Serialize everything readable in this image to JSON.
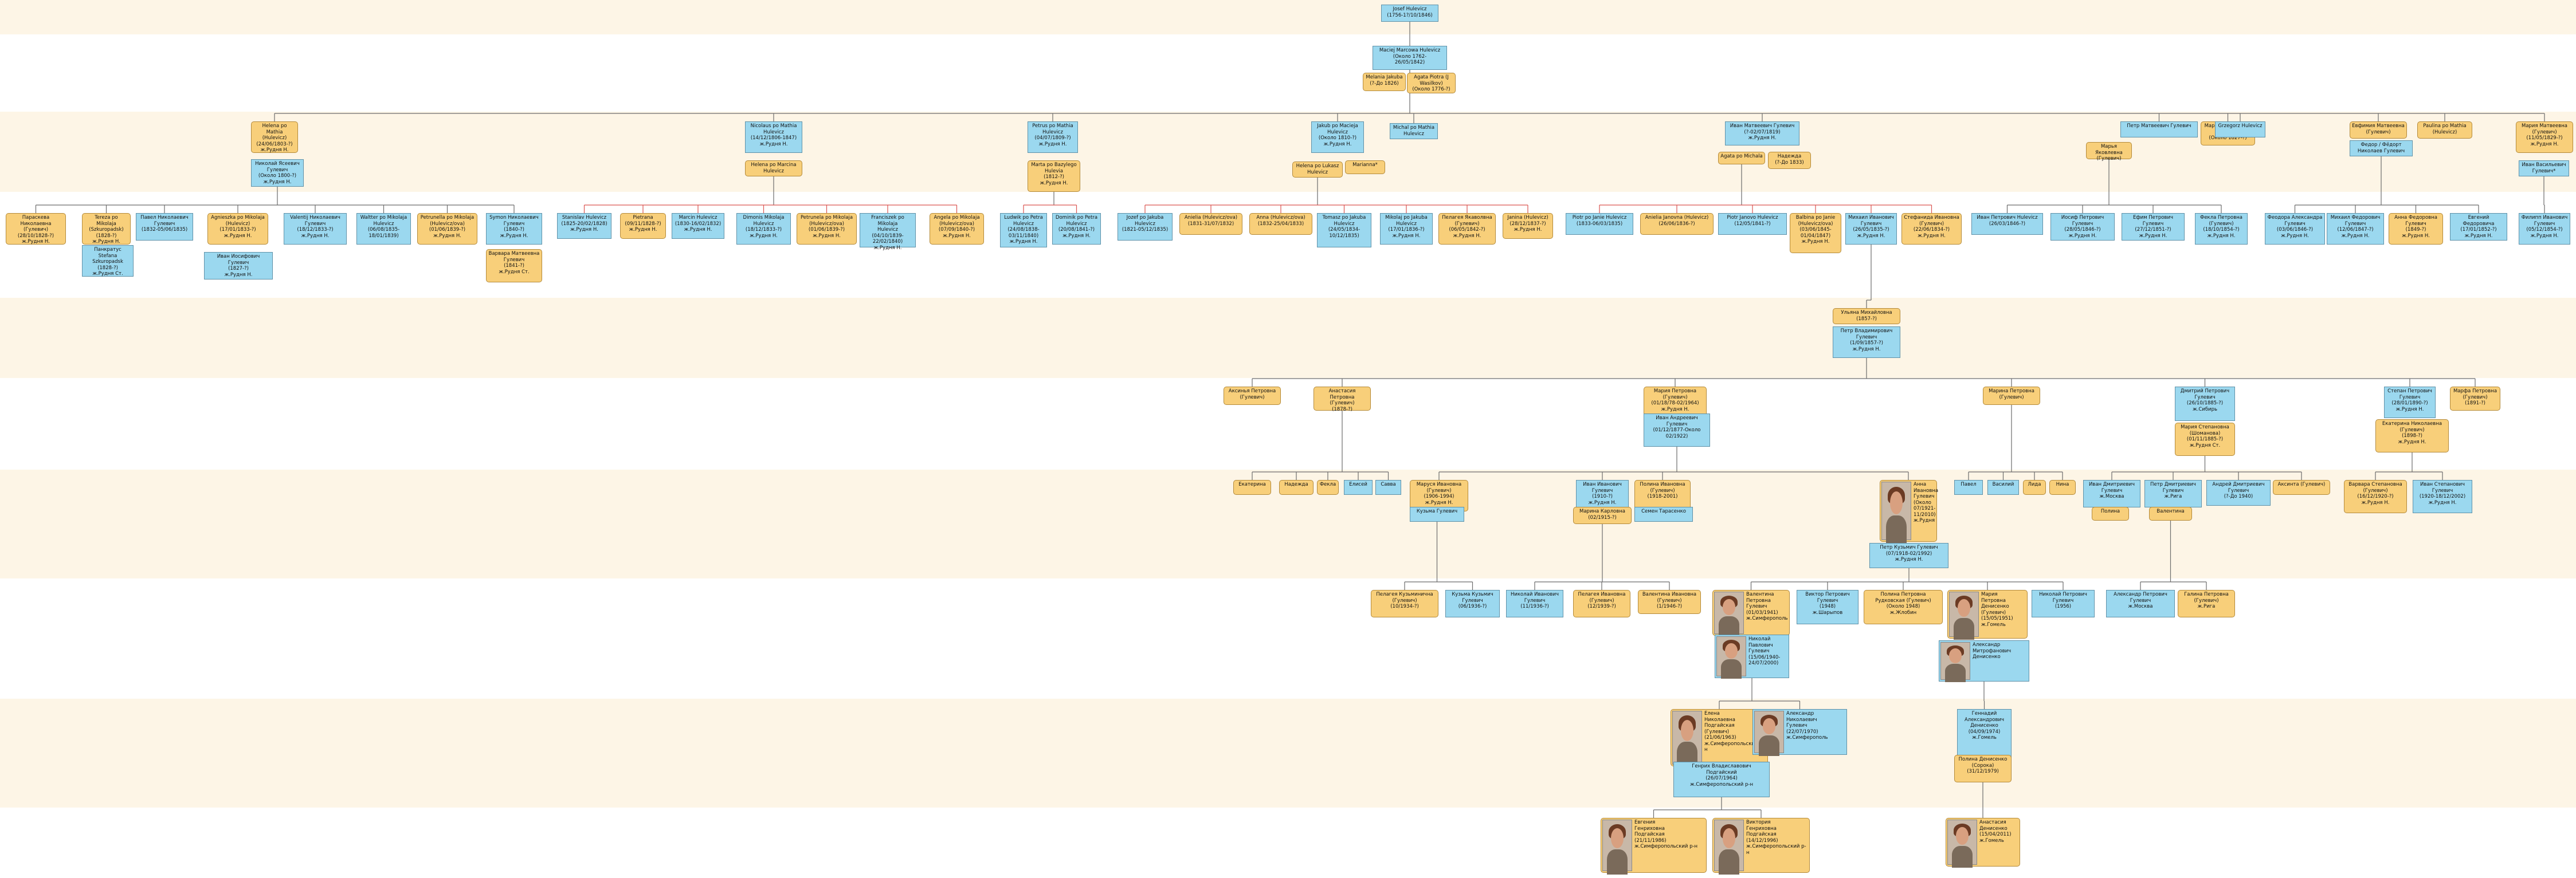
{
  "colors": {
    "male": "#9bd8ef",
    "female": "#f8cf7a",
    "band": "#fdf5e6",
    "line": "#6b6b6b",
    "line_red": "#d9534f"
  },
  "people": [
    {
      "id": "josef",
      "sex": "m",
      "text": "Josef Hulevicz\n(1756-1?/10/1846)"
    },
    {
      "id": "maciej",
      "sex": "m",
      "text": "Maciej Marcowa Hulevicz\n(Около 1762-\n26/05/1842)"
    },
    {
      "id": "melania",
      "sex": "f",
      "text": "Melania Jakuba\n(?-До 1826)"
    },
    {
      "id": "agata",
      "sex": "f",
      "text": "Agata Piotra (J\nWasilkov)\n(Около 1776-?)"
    },
    {
      "id": "helena1",
      "sex": "f",
      "text": "Helena po Mathia\n(Hulevicz)\n(24/06/1803-?)\nж.Рудня Н."
    },
    {
      "id": "nikolaj_a",
      "sex": "m",
      "text": "Николай Ясеевич\nГулевич\n(Около 1800-?)\nж.Рудня Н."
    },
    {
      "id": "nicolaus",
      "sex": "m",
      "text": "Nicolaus po Mathia\nHulevicz\n(14/12/1806-1847)\nж.Рудня Н."
    },
    {
      "id": "helena2",
      "sex": "f",
      "text": "Helena po Marcina\nHulevicz"
    },
    {
      "id": "petrus",
      "sex": "m",
      "text": "Petrus po Mathia\nHulevicz\n(04/07/1809-?)\nж.Рудня Н."
    },
    {
      "id": "marta",
      "sex": "f",
      "text": "Marta po Bazylego\nHulevia\n(1812-?)\nж.Рудня Н."
    },
    {
      "id": "jakub",
      "sex": "m",
      "text": "Jakub po Macieja\nHulevicz\n(Около 1810-?)\nж.Рудня Н."
    },
    {
      "id": "michal",
      "sex": "m",
      "text": "Michal po Mathia\nHulevicz"
    },
    {
      "id": "helena3",
      "sex": "f",
      "text": "Helena po Lukasz\nHulevicz"
    },
    {
      "id": "marianna",
      "sex": "f",
      "text": "Marianna*"
    },
    {
      "id": "ivan_m",
      "sex": "m",
      "text": "Иван Матвеевич Гулевич\n(?-02/07/1819)\nж.Рудня Н."
    },
    {
      "id": "agata2",
      "sex": "f",
      "text": "Agata po Michala"
    },
    {
      "id": "nadezhda",
      "sex": "f",
      "text": "Надежда\n(?-До 1833)"
    },
    {
      "id": "petr_m",
      "sex": "m",
      "text": "Петр Матвеевич Гулевич"
    },
    {
      "id": "marya_m",
      "sex": "f",
      "text": "Марья Яковлевна\n(Гулевич)"
    },
    {
      "id": "marfa_m",
      "sex": "f",
      "text": "Марфа Матвеевна\n(Гулевич)\n(Около 1827-?)"
    },
    {
      "id": "grzegorz",
      "sex": "m",
      "text": "Grzegorz Hulevicz"
    },
    {
      "id": "evfimia",
      "sex": "f",
      "text": "Евфимия Матвеевна\n(Гулевич)"
    },
    {
      "id": "fedor",
      "sex": "m",
      "text": "Федор / Фёдорт\nНиколаев Гулевич"
    },
    {
      "id": "paulina",
      "sex": "f",
      "text": "Paulina po Mathia\n(Hulevicz)"
    },
    {
      "id": "marya_m2",
      "sex": "f",
      "text": "Мария Матвеевна\n(Гулевич)\n(11/05/1829-?)\nж.Рудня Н."
    },
    {
      "id": "ivan_v",
      "sex": "m",
      "text": "Иван Васильевич\nГулевич*"
    },
    {
      "id": "c1",
      "sex": "f",
      "text": "Параскева Николаевна\n(Гулевич)\n(28/10/1828-?)\nж.Рудня Н."
    },
    {
      "id": "c2",
      "sex": "f",
      "text": "Tereza po Mikolaja\n(Szkuropadsk)\n(1828-?)\nж.Рудня Н."
    },
    {
      "id": "c2b",
      "sex": "m",
      "text": "Панкратус Stefana\nSzkuropadsk\n(1828-?)\nж.Рудня Ст."
    },
    {
      "id": "c3",
      "sex": "m",
      "text": "Павел Николаевич\nГулевич\n(1832-05/06/1835)"
    },
    {
      "id": "c4",
      "sex": "f",
      "text": "Agnieszka po Mikolaja\n(Hulevicz)\n(17/01/1833-?)\nж.Рудня Н."
    },
    {
      "id": "c4b",
      "sex": "m",
      "text": "Иван Иосифович Гулевич\n(1827-?)\nж.Рудня Н."
    },
    {
      "id": "c5",
      "sex": "m",
      "text": "Valentij Николаевич\nГулевич\n(18/12/1833-?)\nж.Рудня Н."
    },
    {
      "id": "c6",
      "sex": "m",
      "text": "Waltter po Mikolaja\nHulevicz\n(06/08/1835-\n18/01/1839)"
    },
    {
      "id": "c7",
      "sex": "f",
      "text": "Petrunella po Mikolaja\n(Hulevicz/ova)\n(01/06/1839-?)\nж.Рудня Н."
    },
    {
      "id": "c8",
      "sex": "m",
      "text": "Symon Николаевич\nГулевич\n(1840-?)\nж.Рудня Н."
    },
    {
      "id": "c8b",
      "sex": "f",
      "text": "Варвара Матвеевна\nГулевич\n(1841-?)\nж.Рудня Ст."
    },
    {
      "id": "c9",
      "sex": "m",
      "text": "Stanislav Hulevicz\n(1825-20/02/1828)\nж.Рудня Н."
    },
    {
      "id": "c10",
      "sex": "f",
      "text": "Pietrana\n(09/11/1828-?)\nж.Рудня Н."
    },
    {
      "id": "c11",
      "sex": "m",
      "text": "Marcin Hulevicz\n(1830-16/02/1832)\nж.Рудня Н."
    },
    {
      "id": "c12",
      "sex": "m",
      "text": "Dimonis Mikolaja\nHulevicz\n(18/12/1833-?)\nж.Рудня Н."
    },
    {
      "id": "c13",
      "sex": "f",
      "text": "Petrunela po Mikolaja\n(Hulevicz/ova)\n(01/06/1839-?)\nж.Рудня Н."
    },
    {
      "id": "c14",
      "sex": "m",
      "text": "Franciszek po Mikolaja\nHulevicz\n(04/10/1839-\n22/02/1840)\nж.Рудня Н."
    },
    {
      "id": "c15",
      "sex": "f",
      "text": "Angela po Mikolaja\n(Hulevicz/ova)\n(07/09/1840-?)\nж.Рудня Н."
    },
    {
      "id": "c16",
      "sex": "m",
      "text": "Ludwik po Petra\nHulevicz\n(24/08/1838-\n03/11/1840)\nж.Рудня Н."
    },
    {
      "id": "c17",
      "sex": "m",
      "text": "Dominik po Petra\nHulevicz\n(20/08/1841-?)\nж.Рудня Н."
    },
    {
      "id": "c18",
      "sex": "m",
      "text": "Jozef po Jakuba\nHulevicz\n(1821-05/12/1835)"
    },
    {
      "id": "c19",
      "sex": "f",
      "text": "Anielia (Hulevicz/ova)\n(1831-31/07/1832)"
    },
    {
      "id": "c20",
      "sex": "f",
      "text": "Anna (Hulevicz/ova)\n(1832-25/04/1833)"
    },
    {
      "id": "c21",
      "sex": "m",
      "text": "Tomasz po Jakuba\nHulevicz\n(24/05/1834-\n10/12/1835)"
    },
    {
      "id": "c22",
      "sex": "m",
      "text": "Mikolaj po Jakuba\nHulevicz\n(17/01/1836-?)\nж.Рудня Н."
    },
    {
      "id": "c23",
      "sex": "f",
      "text": "Пелагея Якаволвна\n(Гулевич)\n(06/05/1842-?)\nж.Рудня Н."
    },
    {
      "id": "c24",
      "sex": "f",
      "text": "Janina (Hulevicz)\n(28/12/1837-?)\nж.Рудня Н."
    },
    {
      "id": "c25",
      "sex": "m",
      "text": "Piotr po Janie Hulevicz\n(1833-06/03/1835)"
    },
    {
      "id": "c26",
      "sex": "f",
      "text": "Anielia Janovna (Hulevicz)\n(26/06/1836-?)"
    },
    {
      "id": "c27",
      "sex": "m",
      "text": "Piotr Janovo Hulevicz\n(12/05/1841-?)"
    },
    {
      "id": "c28",
      "sex": "f",
      "text": "Balbina po Janie\n(Hulevicz/ova)\n(03/06/1845-\n01/04/1847)\nж.Рудня Н."
    },
    {
      "id": "c29",
      "sex": "m",
      "text": "Михаил Иванович\nГулевич\n(26/05/1835-?)\nж.Рудня Н."
    },
    {
      "id": "c30",
      "sex": "f",
      "text": "Стефанида Ивановна\n(Гулевич)\n(22/06/1834-?)\nж.Рудня Н."
    },
    {
      "id": "c31",
      "sex": "m",
      "text": "Иван Петрович Hulevicz\n(26/03/1846-?)"
    },
    {
      "id": "c32",
      "sex": "m",
      "text": "Иосиф Петрович Гулевич\n(28/05/1846-?)\nж.Рудня Н."
    },
    {
      "id": "c33",
      "sex": "m",
      "text": "Ефим Петрович Гулевич\n(27/12/1851-?)\nж.Рудня Н."
    },
    {
      "id": "c34",
      "sex": "m",
      "text": "Фекла Петровна\n(Гулевич)\n(18/10/1854-?)\nж.Рудня Н."
    },
    {
      "id": "c35",
      "sex": "m",
      "text": "Феодора Александра\nГулевич\n(03/06/1846-?)\nж.Рудня Н."
    },
    {
      "id": "c36",
      "sex": "m",
      "text": "Михаил Федорович\nГулевич\n(12/06/1847-?)\nж.Рудня Н."
    },
    {
      "id": "c37",
      "sex": "f",
      "text": "Анна Федоровна\nГулевич\n(1849-?)\nж.Рудня Н."
    },
    {
      "id": "c38",
      "sex": "m",
      "text": "Евгений Федоровича\n(17/01/1852-?)\nж.Рудня Н."
    },
    {
      "id": "c39",
      "sex": "m",
      "text": "Филипп Иванович\nГулевич\n(05/12/1854-?)\nж.Рудня Н."
    },
    {
      "id": "ulyana",
      "sex": "f",
      "text": "Ульяна Михайловна\n(1857-?)"
    },
    {
      "id": "petr_v",
      "sex": "m",
      "text": "Петр Владимирович\nГулевич\n(1/09/1857-?)\nж.Рудня Н."
    },
    {
      "id": "g1",
      "sex": "f",
      "text": "Аксинья Петровна\n(Гулевич)"
    },
    {
      "id": "g2",
      "sex": "f",
      "text": "Анастасия Петровна\n(Гулевич)\n(1878-?)"
    },
    {
      "id": "g3",
      "sex": "f",
      "text": "Мария Петровна\n(Гулевич)\n(01/18/78-02/1964)\nж.Рудня Н."
    },
    {
      "id": "g3b",
      "sex": "m",
      "text": "Иван Андреевич\nГулевич\n(01/12/1877-Около\n02/1922)"
    },
    {
      "id": "g4",
      "sex": "f",
      "text": "Марина Петровна\n(Гулевич)"
    },
    {
      "id": "g5",
      "sex": "m",
      "text": "Дмитрий Петрович\nГулевич\n(26/10/1885-?)\nж.Сибирь"
    },
    {
      "id": "g5b",
      "sex": "f",
      "text": "Мария Степановна\n(Шоманова)\n(01/11/1885-?)\nж.Рудня Ст."
    },
    {
      "id": "g6",
      "sex": "m",
      "text": "Степан Петрович\nГулевич\n(28/01/1890-?)\nж.Рудня Н."
    },
    {
      "id": "g6b",
      "sex": "f",
      "text": "Екатерина Николаевна\n(Гулевич)\n(1898-?)\nж.Рудня Н."
    },
    {
      "id": "g7",
      "sex": "f",
      "text": "Марфа Петровна\n(Гулевич)\n(1891-?)"
    },
    {
      "id": "h1",
      "sex": "f",
      "text": "Екатерина"
    },
    {
      "id": "h2",
      "sex": "f",
      "text": "Надежда"
    },
    {
      "id": "h3",
      "sex": "f",
      "text": "Фекла"
    },
    {
      "id": "h4",
      "sex": "m",
      "text": "Елисей"
    },
    {
      "id": "h5",
      "sex": "m",
      "text": "Савва"
    },
    {
      "id": "h6",
      "sex": "f",
      "text": "Маруся Ивановна\n(Гулевич)\n(1906-1994)\nж.Рудня Н."
    },
    {
      "id": "h6b",
      "sex": "m",
      "text": "Кузьма Гулевич"
    },
    {
      "id": "h7",
      "sex": "m",
      "text": "Иван Иванович\nГулевич\n(1910-?)\nж.Рудня Н."
    },
    {
      "id": "h7b",
      "sex": "f",
      "text": "Марина Карловна\n(02/1915-?)"
    },
    {
      "id": "h8",
      "sex": "f",
      "text": "Полина Ивановна\n(Гулевич)\n(1918-2001)"
    },
    {
      "id": "h8b",
      "sex": "m",
      "text": "Семен Тарасенко"
    },
    {
      "id": "h9",
      "sex": "f",
      "photo": true,
      "text": "Анна\nИвановна\nГулевич\n(Около\n07/1921-\n11/2010)\nж.Рудня"
    },
    {
      "id": "h9b",
      "sex": "m",
      "text": "Петр Кузьмич Гулевич\n(07/1918-02/1992)\nж.Рудня Н."
    },
    {
      "id": "h10",
      "sex": "m",
      "text": "Павел"
    },
    {
      "id": "h11",
      "sex": "m",
      "text": "Василий"
    },
    {
      "id": "h12",
      "sex": "f",
      "text": "Лида"
    },
    {
      "id": "h13",
      "sex": "f",
      "text": "Нина"
    },
    {
      "id": "h14",
      "sex": "m",
      "text": "Иван Дмитриевич\nГулевич\nж.Москва"
    },
    {
      "id": "h14b",
      "sex": "f",
      "text": "Полина"
    },
    {
      "id": "h15",
      "sex": "m",
      "text": "Петр Дмитриевич\nГулевич\nж.Рига"
    },
    {
      "id": "h15b",
      "sex": "f",
      "text": "Валентина"
    },
    {
      "id": "h16",
      "sex": "m",
      "text": "Андрей Дмитриевич\nГулевич\n(?-До 1940)"
    },
    {
      "id": "h17",
      "sex": "f",
      "text": "Аксинта (Гулевич)"
    },
    {
      "id": "h18",
      "sex": "f",
      "text": "Варвара Степановна\n(Гулевич)\n(16/12/1920-?)\nж.Рудня Н."
    },
    {
      "id": "h19",
      "sex": "m",
      "text": "Иван Степанович\nГулевич\n(1920-18/12/2002)\nж.Рудня Н."
    },
    {
      "id": "k1",
      "sex": "f",
      "text": "Пелагея Кузьминична\n(Гулевич)\n(10/1934-?)"
    },
    {
      "id": "k2",
      "sex": "m",
      "text": "Кузьма Кузьмич\nГулевич\n(06/1936-?)"
    },
    {
      "id": "k3",
      "sex": "m",
      "text": "Николай Иванович\nГулевич\n(11/1936-?)"
    },
    {
      "id": "k4",
      "sex": "f",
      "text": "Пелагея Ивановна\n(Гулевич)\n(12/1939-?)"
    },
    {
      "id": "k5",
      "sex": "f",
      "text": "Валентина Ивановна\n(Гулевич)\n(1/1946-?)"
    },
    {
      "id": "k6",
      "sex": "f",
      "photo": true,
      "text": "Валентина\nПетровна\nГулевич\n(01/03/1941)\nж.Симферополь"
    },
    {
      "id": "k6b",
      "sex": "m",
      "photo": true,
      "text": "Николай\nПавлович\nГулевич\n(15/06/1940-\n24/07/2000)"
    },
    {
      "id": "k7",
      "sex": "m",
      "text": "Виктор Петрович\nГулевич\n(1948)\nж.Шарыпов"
    },
    {
      "id": "k8",
      "sex": "f",
      "text": "Полина Петровна\nРудковская (Гулевич)\n(Около 1948)\nж.Жлобин"
    },
    {
      "id": "k9",
      "sex": "f",
      "photo": true,
      "text": "Мария\nПетровна\nДенисенко\n(Гулевич)\n(15/05/1951)\nж.Гомель"
    },
    {
      "id": "k9b",
      "sex": "m",
      "photo": true,
      "text": "Александр\nМитрофанович\nДенисенко"
    },
    {
      "id": "k10",
      "sex": "m",
      "text": "Николай Петрович\nГулевич\n(1956)"
    },
    {
      "id": "k11",
      "sex": "m",
      "text": "Александр Петрович\nГулевич\nж.Москва"
    },
    {
      "id": "k12",
      "sex": "f",
      "text": "Галина Петровна\n(Гулевич)\nж.Рига"
    },
    {
      "id": "l1",
      "sex": "f",
      "photo": true,
      "text": "Елена\nНиколаевна\nПодгайская\n(Гулевич)\n(21/06/1963)\nж.Симферопольский р-н"
    },
    {
      "id": "l1b",
      "sex": "m",
      "text": "Генрих Владиславович\nПодгайский\n(26/07/1964)\nж.Симферопольский р-н"
    },
    {
      "id": "l2",
      "sex": "m",
      "photo": true,
      "text": "Александр\nНиколаевич\nГулевич\n(22/07/1970)\nж.Симферополь"
    },
    {
      "id": "l3",
      "sex": "m",
      "text": "Геннадий\nАлександрович\nДенисенко\n(04/09/1974)\nж.Гомель"
    },
    {
      "id": "l3b",
      "sex": "f",
      "text": "Полина Денисенко\n(Сорока)\n(31/12/1979)"
    },
    {
      "id": "n1",
      "sex": "f",
      "photo": true,
      "text": "Евгения\nГенриховна\nПодгайская\n(21/11/1986)\nж.Симферопольский р-н"
    },
    {
      "id": "n2",
      "sex": "f",
      "photo": true,
      "text": "Виктория\nГенриховна\nПодгайская\n(14/12/1996)\nж.Симферопольский р-н"
    },
    {
      "id": "n3",
      "sex": "f",
      "photo": true,
      "text": "Анастасия\nДенисенко\n(15/04/2011)\nж.Гомель"
    }
  ]
}
